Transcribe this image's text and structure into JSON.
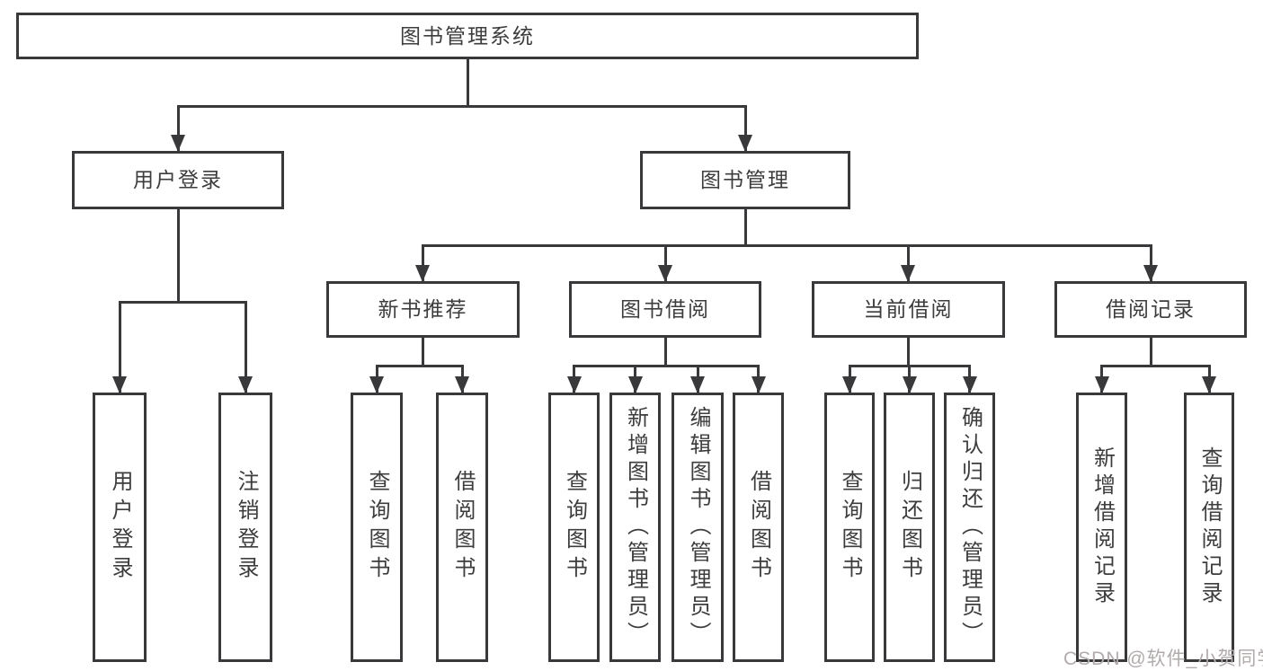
{
  "tree": {
    "root": {
      "label": "图书管理系统",
      "children": [
        {
          "label": "用户登录",
          "children": [
            {
              "label": "用户登录"
            },
            {
              "label": "注销登录"
            }
          ]
        },
        {
          "label": "图书管理",
          "children": [
            {
              "label": "新书推荐",
              "children": [
                {
                  "label": "查询图书"
                },
                {
                  "label": "借阅图书"
                }
              ]
            },
            {
              "label": "图书借阅",
              "children": [
                {
                  "label": "查询图书"
                },
                {
                  "label": "新增图书（管理员）"
                },
                {
                  "label": "编辑图书（管理员）"
                },
                {
                  "label": "借阅图书"
                }
              ]
            },
            {
              "label": "当前借阅",
              "children": [
                {
                  "label": "查询图书"
                },
                {
                  "label": "归还图书"
                },
                {
                  "label": "确认归还（管理员）"
                }
              ]
            },
            {
              "label": "借阅记录",
              "children": [
                {
                  "label": "新增借阅记录"
                },
                {
                  "label": "查询借阅记录"
                }
              ]
            }
          ]
        }
      ]
    }
  },
  "watermark": {
    "text": "CSDN @软件_小贺同学"
  },
  "colors": {
    "line": "#39393b",
    "text": "#3d3d3e",
    "background": "#ffffff",
    "watermark": "#b2abab"
  }
}
